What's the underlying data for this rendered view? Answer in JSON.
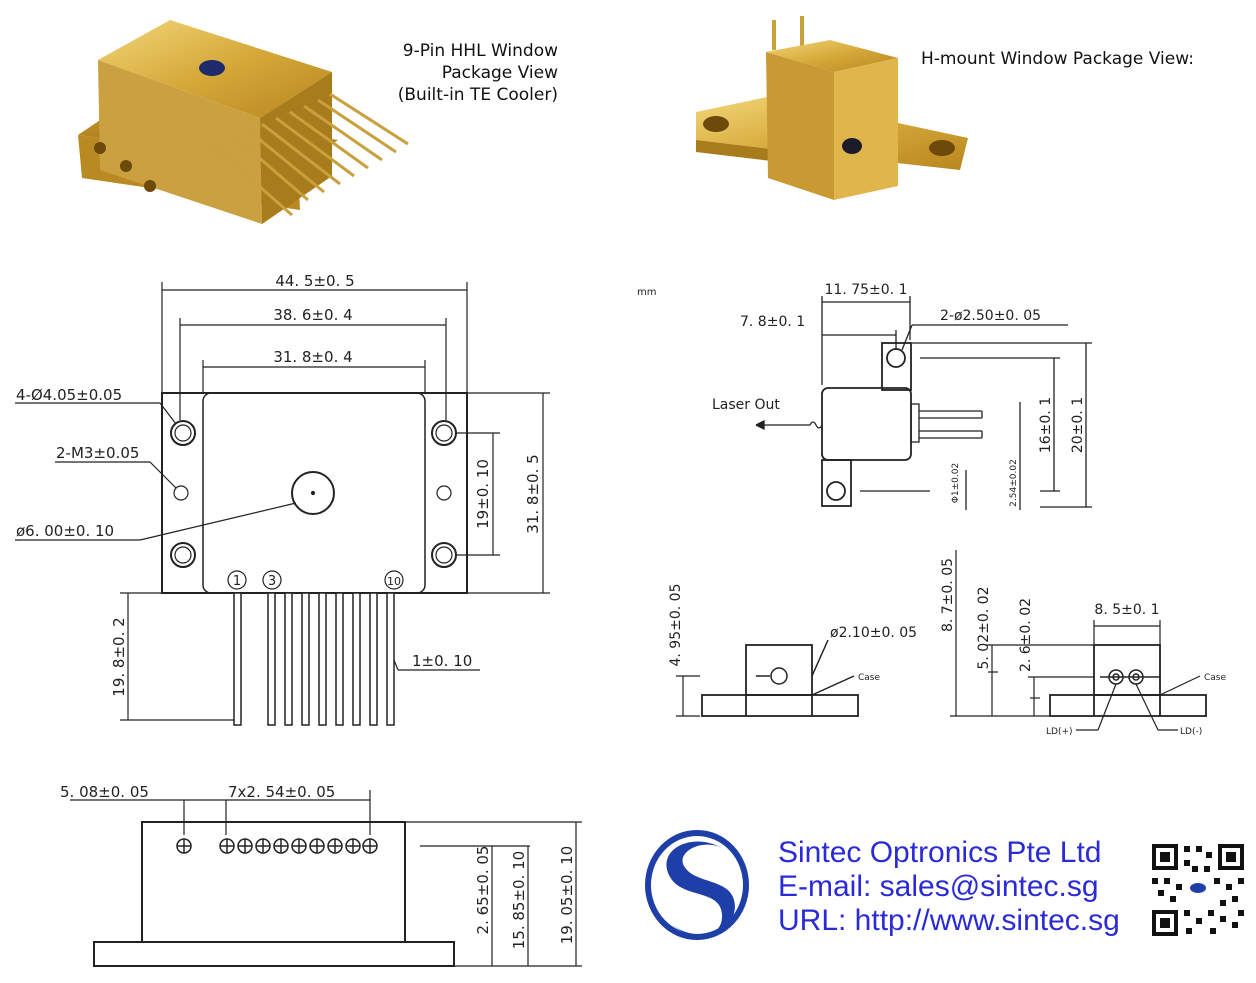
{
  "photos": {
    "hhl_caption": [
      "9-Pin HHL Window",
      "Package View",
      "(Built-in TE Cooler)"
    ],
    "hmount_caption": "H-mount Window Package View:"
  },
  "hhl_top": {
    "dim_overall_width": "44. 5±0. 5",
    "dim_hole_spacing": "38. 6±0. 4",
    "dim_body_width": "31. 8±0. 4",
    "dim_mount_holes": "4-Ø4.05±0.05",
    "dim_m3_holes": "2-M3±0.05",
    "dim_window": "ø6. 00±0. 10",
    "dim_hole_vertical": "19±0. 10",
    "dim_height": "31. 8±0. 5",
    "dim_pin_length": "19. 8±0. 2",
    "dim_pin_dia": "1±0. 10",
    "pin_labels": [
      "1",
      "3",
      "10"
    ]
  },
  "hhl_side": {
    "dim_first_pin": "5. 08±0. 05",
    "dim_pin_pitch": "7x2. 54±0. 05",
    "dim_pin_height": "2. 65±0. 05",
    "dim_body_height": "15. 85±0. 10",
    "dim_total_height": "19. 05±0. 10"
  },
  "hmount_top": {
    "unit": "mm",
    "dim_width": "11. 75±0. 1",
    "dim_offset": "7. 8±0. 1",
    "dim_holes": "2-ø2.50±0. 05",
    "laser_out": "Laser Out",
    "dim_hole_spacing": "16±0. 1",
    "dim_total": "20±0. 1",
    "dim_pin_dia": "Φ1±0.02",
    "dim_pin_pitch": "2.54±0.02"
  },
  "hmount_front": {
    "dim_height": "4. 95±0. 05",
    "dim_window": "ø2.10±0. 05",
    "case_label": "Case"
  },
  "hmount_back": {
    "dim_total": "8. 7±0. 05",
    "dim_upper": "5. 02±0. 02",
    "dim_lower": "2. 6±0. 02",
    "dim_width": "8. 5±0. 1",
    "case_label": "Case",
    "ld_plus": "LD(+)",
    "ld_minus": "LD(-)"
  },
  "company": {
    "name": "Sintec Optronics Pte Ltd",
    "email": "E-mail: sales@sintec.sg",
    "url": "URL: http://www.sintec.sg",
    "brand_color": "#2b2bd6",
    "logo_color": "#1f3fa8"
  }
}
